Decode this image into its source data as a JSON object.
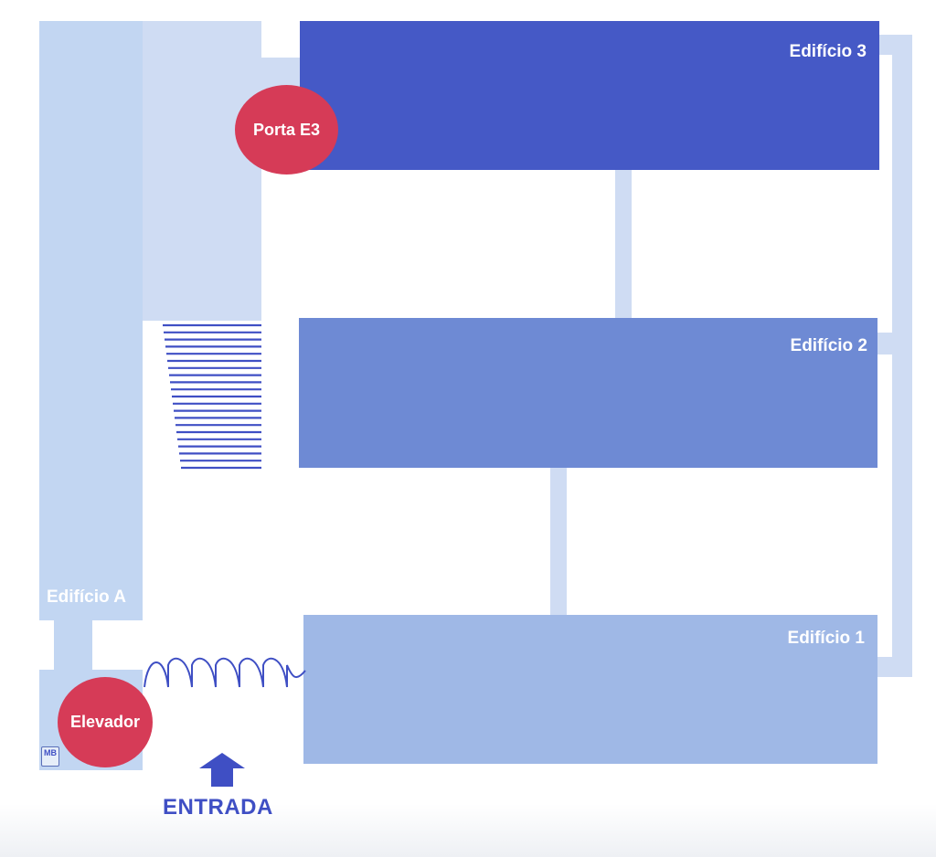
{
  "buildings": {
    "edificio_3": "Edifício 3",
    "edificio_2": "Edifício 2",
    "edificio_1": "Edifício 1",
    "edificio_a": "Edifício A"
  },
  "markers": {
    "porta_e3": "Porta E3",
    "elevador": "Elevador"
  },
  "entrance": {
    "label": "ENTRADA",
    "icon": "arrow-up-icon"
  },
  "atm_sign": "MB",
  "stairs_icon": "stairs-icon",
  "ramp_icon": "ramp-icon",
  "colors": {
    "edificio_3": "#4559c6",
    "edificio_2": "#6e8ad4",
    "edificio_1": "#9fb8e6",
    "corridor": "#cfdcf3",
    "edificio_a": "#c2d6f2",
    "marker": "#d63b57",
    "entrance": "#3f4fc4"
  }
}
